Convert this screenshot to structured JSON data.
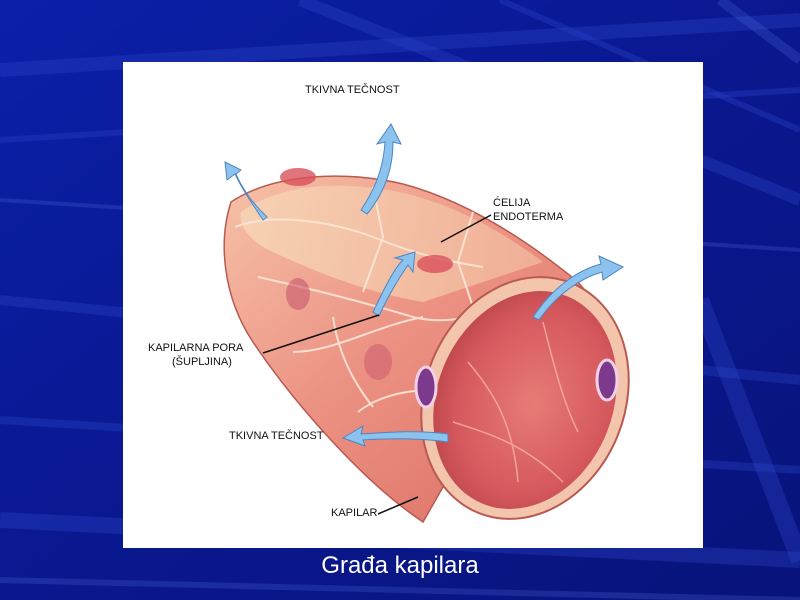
{
  "slide": {
    "caption": "Građa kapilara"
  },
  "diagram": {
    "labels": {
      "tissue_fluid_top": "TKIVNA TEČNOST",
      "endothelial_cell_line1": "ĆELIJA",
      "endothelial_cell_line2": "ENDOTERMA",
      "capillary_pore_line1": "KAPILARNA PORA",
      "capillary_pore_line2": "(ŠUPLJINA)",
      "tissue_fluid_bottom": "TKIVNA TEČNOST",
      "capillary": "KAPILAR"
    }
  },
  "colors": {
    "background": "#0a1a9a",
    "vessel_wall": "#e9857a",
    "lumen": "#d4545a",
    "arrow": "#7fb6e6",
    "nucleus": "#7d3a8c"
  }
}
